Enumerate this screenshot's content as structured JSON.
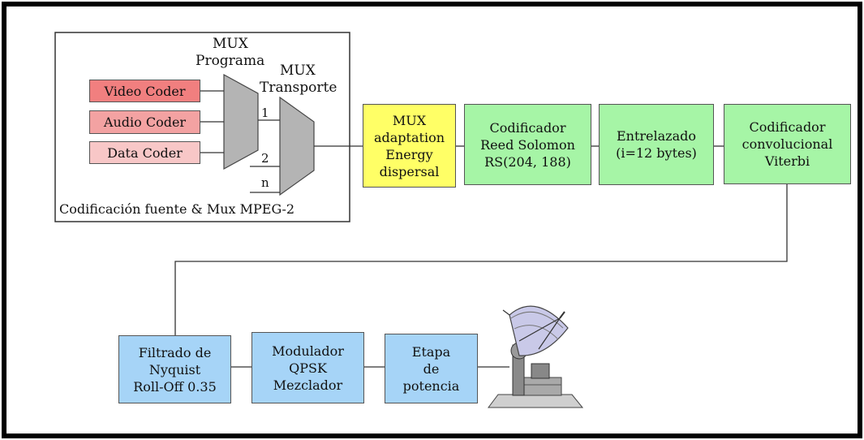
{
  "source_block": {
    "caption": "Codificación fuente & Mux MPEG-2",
    "mux_programa": [
      "MUX",
      "Programa"
    ],
    "mux_transporte": [
      "MUX",
      "Transporte"
    ],
    "coders": [
      {
        "label": "Video Coder",
        "color": "#f17f7f"
      },
      {
        "label": "Audio Coder",
        "color": "#f3a2a2"
      },
      {
        "label": "Data Coder",
        "color": "#f8c7c7"
      }
    ],
    "inputs": [
      "1",
      "2",
      "n"
    ]
  },
  "chain": [
    {
      "lines": [
        "MUX",
        "adaptation",
        "Energy",
        "dispersal"
      ],
      "color": "#ffff66"
    },
    {
      "lines": [
        "Codificador",
        "Reed Solomon",
        "RS(204, 188)"
      ],
      "color": "#a6f5a6"
    },
    {
      "lines": [
        "Entrelazado",
        "(i=12 bytes)"
      ],
      "color": "#a6f5a6"
    },
    {
      "lines": [
        "Codificador",
        "convolucional",
        "Viterbi"
      ],
      "color": "#a6f5a6"
    }
  ],
  "tx_chain": [
    {
      "lines": [
        "Filtrado de",
        "Nyquist",
        "Roll-Off 0.35"
      ],
      "color": "#a6d4f7"
    },
    {
      "lines": [
        "Modulador",
        "QPSK",
        "Mezclador"
      ],
      "color": "#a6d4f7"
    },
    {
      "lines": [
        "Etapa",
        "de",
        "potencia"
      ],
      "color": "#a6d4f7"
    }
  ],
  "colors": {
    "mux_fill": "#b4b4b4",
    "frame": "#000000"
  },
  "icons": {
    "antenna": "satellite-dish-icon"
  }
}
